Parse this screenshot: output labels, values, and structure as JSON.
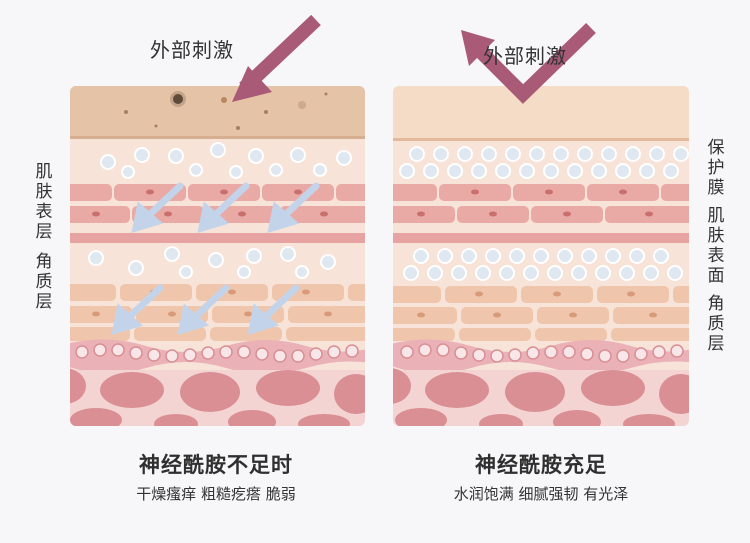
{
  "left_panel": {
    "stimulus_label": "外部刺激",
    "title": "神经酰胺不足时",
    "subtitle": "干燥瘙痒 粗糙疙瘩 脆弱",
    "side_labels": [
      "肌肤表层",
      "角质层"
    ]
  },
  "right_panel": {
    "stimulus_label": "外部刺激",
    "title": "神经酰胺充足",
    "subtitle": "水润饱满 细腻强韧 有光泽",
    "side_labels": [
      "保护膜",
      "肌肤表面",
      "角质层"
    ]
  },
  "colors": {
    "arrow": "#a85a77",
    "penetration_arrow": "#c3d4ea",
    "dirt_layer": "#e4c3a6",
    "protective_film": "#f5dcc6",
    "skin_cell": "#e9aaa6",
    "lipid_bubble": "#dfe7f0",
    "deep_tissue": "#d98f94"
  }
}
